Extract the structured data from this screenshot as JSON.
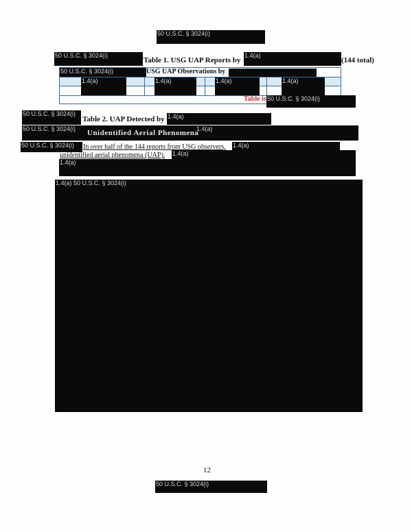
{
  "redaction_labels": {
    "usc": "50 U.S.C. § 3024(i)",
    "a14": "1.4(a)",
    "combo": "1.4(a) 50 U.S.C. § 3024(i)"
  },
  "table1": {
    "title": "Table 1. USG UAP Reports by",
    "total": "(144 total)",
    "header": "USG UAP Observations by",
    "note": "Table is"
  },
  "table2": {
    "title": "Table 2. UAP Detected by",
    "subtitle": "Unidentified Aerial Phenomena"
  },
  "paragraph": {
    "line1": "In over half of the 144 reports from USG observers,",
    "line2": "unidentified aerial phenomena (UAP)."
  },
  "footer": {
    "page_number": "12"
  },
  "colors": {
    "table_border": "#2d6f9f",
    "note_red": "#c0303a"
  }
}
